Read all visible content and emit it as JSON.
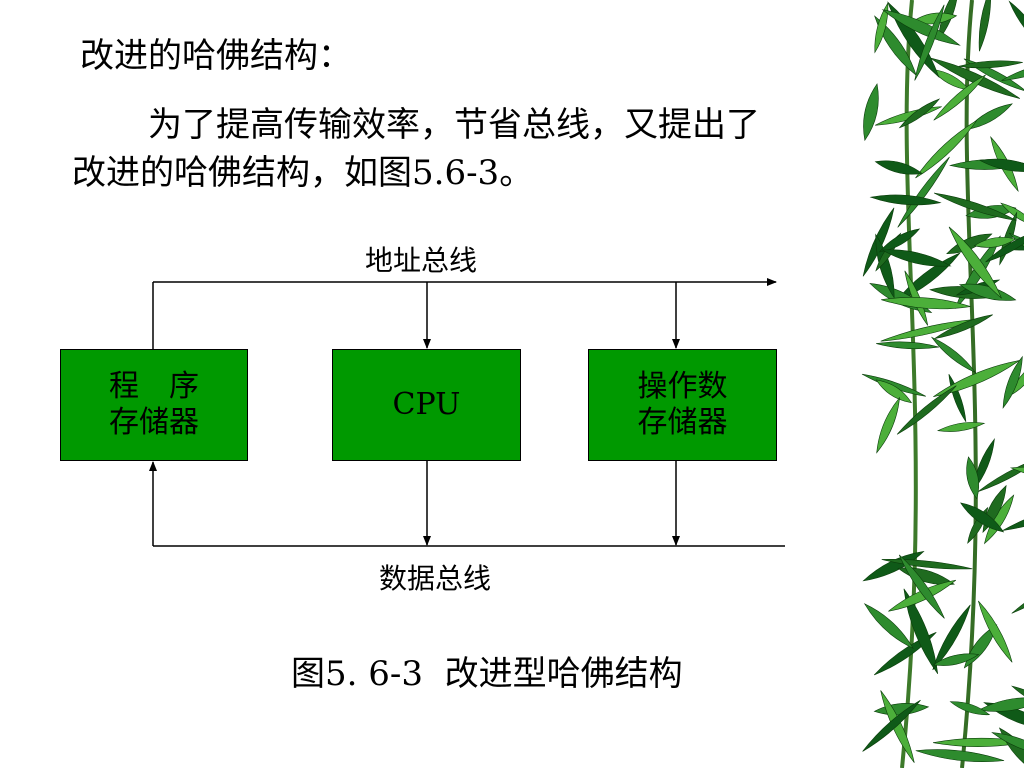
{
  "slide": {
    "heading": "改进的哈佛结构：",
    "paragraph_line1": "为了提高传输效率，节省总线，又提出了",
    "paragraph_line2": "改进的哈佛结构，如图5.6-3。",
    "caption": "图5. 6-3  改进型哈佛结构"
  },
  "diagram": {
    "address_bus_label": "地址总线",
    "data_bus_label": "数据总线",
    "box_fill_color": "#009900",
    "boxes": {
      "program_memory": {
        "line1": "程　序",
        "line2": "存储器"
      },
      "cpu": {
        "line1": "CPU"
      },
      "data_memory": {
        "line1": "操作数",
        "line2": "存储器"
      }
    }
  },
  "decoration": {
    "bamboo_leaf_colors": [
      "#2e8b2e",
      "#1f6b1f",
      "#4caf3a",
      "#0f5a18"
    ]
  }
}
